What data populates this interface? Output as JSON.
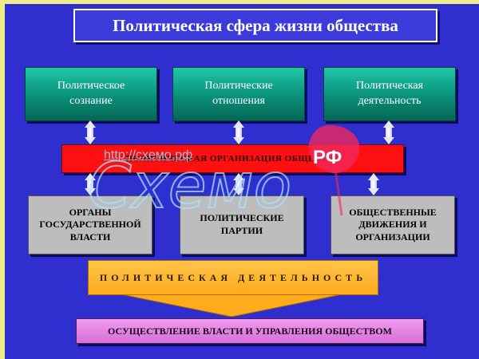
{
  "title": "Политическая сфера жизни общества",
  "top_boxes": [
    {
      "line1": "Политическое",
      "line2": "сознание"
    },
    {
      "line1": "Политические",
      "line2": "отношения"
    },
    {
      "line1": "Политическая",
      "line2": "деятельность"
    }
  ],
  "middle_bar": "ПОЛИТИЧЕСКАЯ ОРГАНИЗАЦИЯ ОБЩЕСТВА",
  "gray_boxes": [
    {
      "line1": "ОРГАНЫ",
      "line2": "ГОСУДАРСТВЕННОЙ",
      "line3": "ВЛАСТИ"
    },
    {
      "line1": "ПОЛИТИЧЕСКИЕ",
      "line2": "ПАРТИИ"
    },
    {
      "line1": "ОБЩЕСТВЕННЫЕ",
      "line2": "ДВИЖЕНИЯ И",
      "line3": "ОРГАНИЗАЦИИ"
    }
  ],
  "orange_bar": "ПОЛИТИЧЕСКАЯ ДЕЯТЕЛЬНОСТЬ",
  "bottom_bar": "ОСУЩЕСТВЛЕНИЕ ВЛАСТИ И УПРАВЛЕНИЯ ОБЩЕСТВОМ",
  "watermark": {
    "url": "http://схемо.рф",
    "logo_word": "Схемо",
    "logo_rf": "РФ"
  },
  "colors": {
    "background": "#2f2fd0",
    "teal": "#0a8f79",
    "red": "#ff1010",
    "gray": "#bdbdbd",
    "orange": "#ffab1c",
    "pink": "#e07ae0"
  }
}
